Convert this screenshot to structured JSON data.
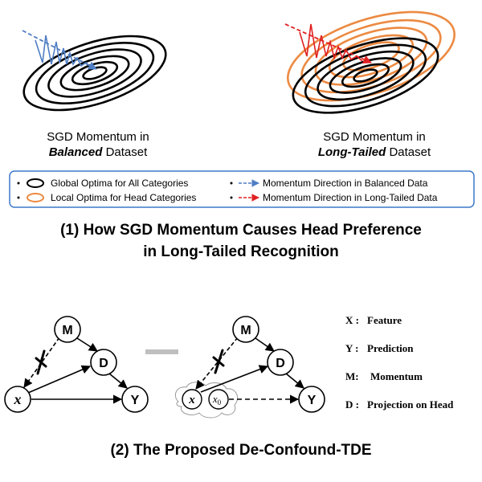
{
  "top": {
    "left_caption": {
      "line1": "SGD Momentum in",
      "emph": "Balanced",
      "rest": " Dataset"
    },
    "right_caption": {
      "line1": "SGD Momentum in",
      "emph": "Long-Tailed",
      "rest": " Dataset"
    },
    "legend": {
      "items": [
        "Global Optima for All Categories",
        "Local Optima for Head Categories",
        "Momentum Direction in Balanced Data",
        "Momentum Direction in Long-Tailed Data"
      ]
    },
    "title_line1": "(1) How SGD Momentum Causes Head Preference",
    "title_line2": "in Long-Tailed Recognition"
  },
  "graph": {
    "nodes": {
      "m": "M",
      "d": "D",
      "y": "Y",
      "x": "x",
      "x0": "x",
      "x0_sub": "0"
    },
    "legend": [
      {
        "key": "X :",
        "value": "Feature"
      },
      {
        "key": "Y :",
        "value": "Prediction"
      },
      {
        "key": "M:",
        "value": "Momentum"
      },
      {
        "key": "D :",
        "value": "Projection on Head"
      }
    ],
    "title": "(2) The Proposed De-Confound-TDE"
  },
  "colors": {
    "black": "#000000",
    "orange": "#ec8a42",
    "blue": "#4f7ec4",
    "red": "#e02020",
    "legend_border": "#3b78c8",
    "minus": "#bfbfbf"
  }
}
